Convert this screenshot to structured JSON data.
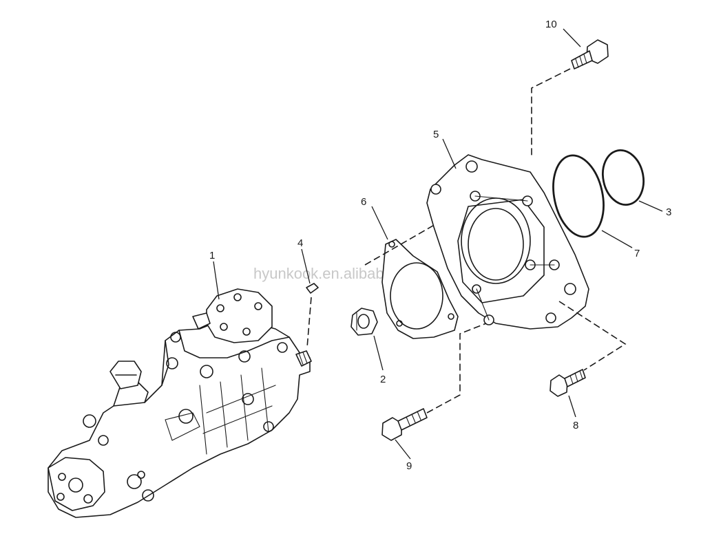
{
  "watermark": "hyunkook.en.alibaba.com",
  "callouts": [
    {
      "id": "1",
      "part": "pump-assembly"
    },
    {
      "id": "2",
      "part": "nut"
    },
    {
      "id": "3",
      "part": "o-ring"
    },
    {
      "id": "4",
      "part": "key"
    },
    {
      "id": "5",
      "part": "flange-housing"
    },
    {
      "id": "6",
      "part": "gasket"
    },
    {
      "id": "7",
      "part": "o-ring"
    },
    {
      "id": "8",
      "part": "bolt"
    },
    {
      "id": "9",
      "part": "bolt"
    },
    {
      "id": "10",
      "part": "bolt"
    }
  ]
}
